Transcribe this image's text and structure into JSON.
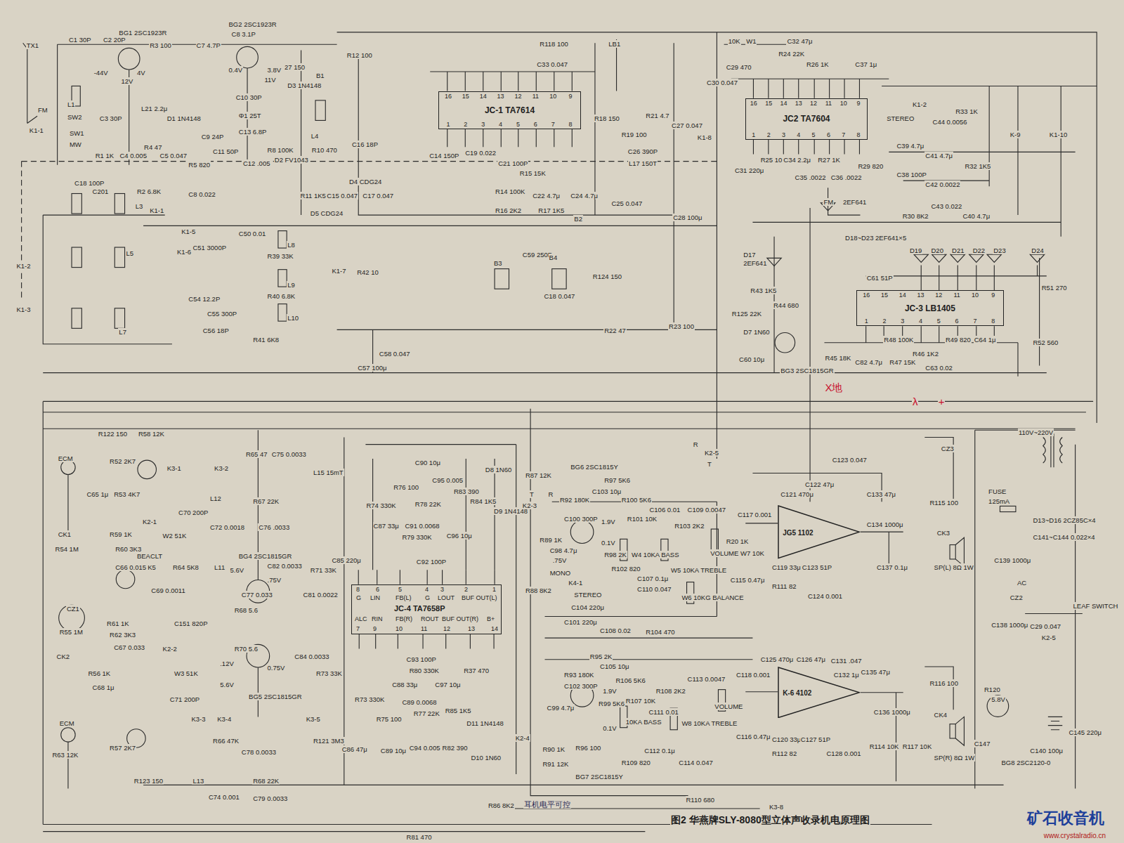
{
  "diagram": {
    "caption": "图2 华燕牌SLY-8080型立体声收录机电原理图",
    "nodes": [
      {
        "text": [
          "16",
          "15",
          "14",
          "13",
          "12",
          "11",
          "10",
          "9",
          "JC-1 TA7614",
          "1",
          "2",
          "3",
          "4",
          "5",
          "6",
          "7",
          "8"
        ]
      },
      {
        "text": [
          "16",
          "15",
          "14",
          "13",
          "12",
          "11",
          "10",
          "9",
          "JC2 TA7604",
          "1",
          "2",
          "3",
          "4",
          "5",
          "6",
          "7",
          "8"
        ]
      },
      {
        "text": [
          "16",
          "15",
          "14",
          "13",
          "12",
          "11",
          "10",
          "9",
          "JC-3 LB1405",
          "1",
          "2",
          "3",
          "4",
          "5",
          "6",
          "7",
          "8"
        ]
      },
      {
        "text": [
          "8",
          "6",
          "5",
          "4",
          "3",
          "2",
          "1",
          "G",
          "LIN",
          "FB(L)",
          "G",
          "LOUT",
          "BUF OUT(L)",
          "JC-4 TA7658P",
          "ALC",
          "RIN",
          "FB(R)",
          "ROUT",
          "BUF OUT(R)",
          "B+",
          "7",
          "9",
          "10",
          "11",
          "12",
          "13",
          "14"
        ]
      },
      {
        "text": [
          "JG5 1102"
        ]
      },
      {
        "text": [
          "K-6 4102"
        ]
      }
    ],
    "labels": [
      "X地",
      "λ",
      "+",
      "耳机电平可控",
      "矿石收音机",
      "www.crystalradio.cn",
      "TX1",
      "FM",
      "K1-1",
      "SW2",
      "SW1",
      "MW",
      "C1 30P",
      "C2 20P",
      "BG1 2SC1923R",
      "-44V",
      "4V",
      "12V",
      "R3 100",
      "C7 4.7P",
      "BG2 2SC1923R",
      "C8 3.1P",
      "0.4V",
      "3.8V",
      "11V",
      "27 150",
      "D3 1N4148",
      "B1",
      "R12 100",
      "L1",
      "C3 30P",
      "L21 2.2μ",
      "D1 1N4148",
      "R1 1K",
      "C4 0.005",
      "R4 47",
      "C5 0.047",
      "R5 820",
      "C9 24P",
      "C11 50P",
      "C10 30P",
      "Φ1 25T",
      "C13 6.8P",
      "C12 .005",
      "R8 100K",
      "D2 FV1043",
      "R10 470",
      "L4",
      "C16 18P",
      "R11 1K5",
      "C15 0.047",
      "C17 0.047",
      "D4 CDG24",
      "D5 CDG24",
      "C18 100P",
      "R2 6.8K",
      "C8 0.022",
      "R118 100",
      "C33 0.047",
      "LB1",
      "R18 150",
      "C14 150P",
      "C19 0.022",
      "C21 100P",
      "R15 15K",
      "R14 100K",
      "C22 4.7μ",
      "C24 4.7μ",
      "R16 2K2",
      "R17 1K5",
      "B2",
      "C25 0.047",
      "R19 100",
      "R21 4.7",
      "C27 0.047",
      "C26 390P",
      "L17 150T",
      "C28 100μ",
      "10K",
      "W1",
      "C32 47μ",
      "R24 22K",
      "R26 1K",
      "C29 470",
      "C30 0.047",
      "C37 1μ",
      "K1-8",
      "C31 220μ",
      "R25 10",
      "C34 2.2μ",
      "C35 .0022",
      "R27 1K",
      "C36 .0022",
      "R29 820",
      "C38 100P",
      "STEREO",
      "K1-2",
      "C39 4.7μ",
      "C41 4.7μ",
      "C44 0.0056",
      "R33 1K",
      "R32 1K5",
      "C42 0.0022",
      "K-9",
      "K1-10",
      "FM",
      "2EF641",
      "R30 8K2",
      "C40 4.7μ",
      "C43 0.022",
      "D17",
      "2EF641",
      "D18~D23 2EF641×5",
      "D19",
      "D20",
      "D21",
      "D22",
      "D23",
      "D24",
      "R51 270",
      "C61 51P",
      "R48 100K",
      "R45 18K",
      "C82 4.7μ",
      "R47 15K",
      "R46 1K2",
      "C63 0.02",
      "R49 820",
      "C64 1μ",
      "R52 560",
      "R43 1K5",
      "R44 680",
      "R125 22K",
      "D7 1N60",
      "C60 10μ",
      "BG3 2SC1815GR",
      "R22 47",
      "R23 100",
      "R124 150",
      "C59 250P",
      "B3",
      "B4",
      "C18 0.047",
      "C50 0.01",
      "C51 3000P",
      "L8",
      "R39 33K",
      "L9",
      "R40 6.8K",
      "L10",
      "R41 6K8",
      "C55 300P",
      "C56 18P",
      "C54 12.2P",
      "K1-6",
      "K1-7",
      "R42 10",
      "K1-5",
      "C57 100μ",
      "C58 0.047",
      "C201",
      "L3",
      "L5",
      "L7",
      "K1-2",
      "K1-3",
      "K1-1",
      "R122 150",
      "R58 12K",
      "R52 2K7",
      "ECM",
      "C65 1μ",
      "R53 4K7",
      "R65 47",
      "C75 0.0033",
      "K3-1",
      "K3-2",
      "L15 15mT",
      "L12",
      "R67 22K",
      "C72 0.0018",
      "C76 .0033",
      "C70 200P",
      "W2 51K",
      "K2-1",
      "R59 1K",
      "R60 3K3",
      "CK1",
      "R54 1M",
      "C66 0.015",
      "BEACLT",
      "K5",
      "R64 5K8",
      "L11",
      "C69 0.0011",
      "C151 820P",
      "BG4 2SC1815GR",
      "5.6V",
      "C82 0.0033",
      ".75V",
      "R71 33K",
      "C85 220μ",
      "C77 0.033",
      "C81 0.0022",
      "R68 5.6",
      "R70 5.6",
      ".12V",
      "0.75V",
      "5.6V",
      "C84 0.0033",
      "R73 33K",
      "BG5 2SC1815GR",
      "CZ1",
      "R55 1M",
      "R61 1K",
      "R62 3K3",
      "CK2",
      "C67 0.033",
      "R56 1K",
      "C68 1μ",
      "W3 51K",
      "K2-2",
      "C71 200P",
      "ECM",
      "R63 12K",
      "R57 2K7",
      "K3-3",
      "K3-4",
      "R66 47K",
      "C78 0.0033",
      "K3-5",
      "R121 3M3",
      "C86 47μ",
      "R123 150",
      "L13",
      "R68 22K",
      "C74 0.001",
      "C79 0.0033",
      "R74 330K",
      "R76 100",
      "C87 33μ",
      "C90 10μ",
      "R78 22K",
      "C91 0.0068",
      "R79 330K",
      "C92 100P",
      "C95 0.005",
      "R83 390",
      "R84 1K5",
      "D8 1N60",
      "D9 1N4148",
      "C96 10μ",
      "R87 12K",
      "K2-3",
      "R",
      "T",
      "R88 8K2",
      "BG6 2SC1815Y",
      "R97 5K6",
      "R92 180K",
      "C103 10μ",
      "R100 5K6",
      "C100 300P",
      "1.9V",
      "R101 10K",
      "C106 0.01",
      "R103 2K2",
      "C109 0.0047",
      "R89 1K",
      "0.1V",
      "C98 4.7μ",
      "R98 2K",
      "W4 10KA BASS",
      "W5 10KA TREBLE",
      "R102 820",
      ".75V",
      "MONO",
      "C107 0.1μ",
      "C110 0.047",
      "K4-1",
      "W6 10KG BALANCE",
      "STEREO",
      "VOLUME W7 10K",
      "R20 1K",
      "C115 0.47μ",
      "C117 0.001",
      "C104 220μ",
      "C101 220μ",
      "C108 0.02",
      "R104 470",
      "C121 470μ",
      "C122 47μ",
      "C123 0.047",
      "C133 47μ",
      "C134 1000μ",
      "C119 33μ",
      "C123 51P",
      "R111 82",
      "C124 0.001",
      "C137 0.1μ",
      "K2-5",
      "R",
      "T",
      "CZ3",
      "R115 100",
      "CK3",
      "SP(L) 8Ω 1W",
      "110V~220V",
      "FUSE",
      "125mA",
      "D13~D16 2CZ85C×4",
      "C141~C144 0.022×4",
      "C139 1000μ",
      "AC",
      "CZ2",
      "LEAF SWITCH",
      "C29 0.047",
      "K2-5",
      "C125 470μ",
      "C126 47μ",
      "C131 .047",
      "C132 1μ",
      "C135 47μ",
      "C136 1000μ",
      "C120 33μ",
      "R112 82",
      "C127 51P",
      "C128 0.001",
      "R114 10K",
      "R117 10K",
      "R116 100",
      "CK4",
      "SP(R) 8Ω 1W",
      "C138 1000μ",
      "R120",
      "5.8V",
      "C147",
      "BG8 2SC2120-0",
      "C140 100μ",
      "C145 220μ",
      "R106 5K6",
      "R93 180K",
      "C105 10μ",
      "R95 2K",
      "C102 300P",
      "C99 4.7μ",
      "1.9V",
      "R99 5K6",
      "R107 10K",
      "R108 2K2",
      "C113 0.0047",
      "C111 0.01",
      "10KA BASS",
      "W8 10KA TREBLE",
      "VOLUME",
      "C118 0.001",
      "C116 0.47μ",
      "C112 0.1μ",
      "R109 820",
      "C114 0.047",
      "0.1V",
      "R96 100",
      "R90 1K",
      "K2-4",
      "R91 12K",
      "BG7 2SC1815Y",
      "C93 100P",
      "R80 330K",
      "R37 470",
      "C88 33μ",
      "C97 10μ",
      "C89 0.0068",
      "R85 1K5",
      "R77 22K",
      "D11 1N4148",
      "R75 100",
      "R73 330K",
      "C89 10μ",
      "C94 0.005",
      "R82 390",
      "D10 1N60",
      "R86 8K2",
      "R110 680",
      "K3-8",
      "R81 470"
    ]
  }
}
